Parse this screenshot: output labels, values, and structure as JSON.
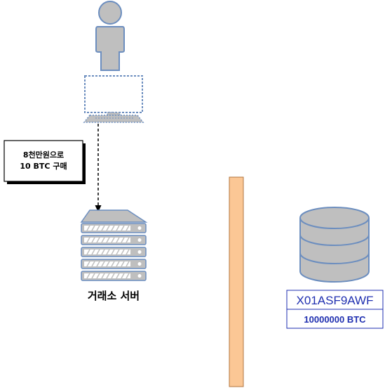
{
  "user": {
    "icon": "person-icon"
  },
  "computer": {
    "icon": "monitor-icon"
  },
  "callout": {
    "line1": "8천만원으로",
    "line2": "10 BTC 구매"
  },
  "exchange_server": {
    "icon": "server-rack-icon",
    "label": "거래소 서버"
  },
  "divider": {
    "color": "#fbc795"
  },
  "wallet": {
    "icon": "database-icon",
    "address": "X01ASF9AWF",
    "balance": "10000000 BTC",
    "accent": "#1f2fb0"
  }
}
